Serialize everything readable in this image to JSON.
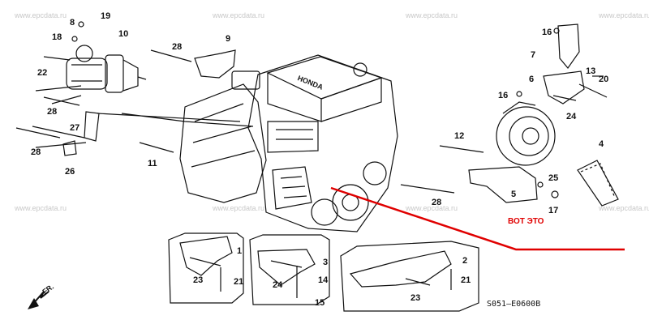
{
  "watermarks": [
    "www.epcdata.ru"
  ],
  "labels": {
    "p1": "1",
    "p2": "2",
    "p3": "3",
    "p4": "4",
    "p5": "5",
    "p6": "6",
    "p7": "7",
    "p8": "8",
    "p9": "9",
    "p10": "10",
    "p11": "11",
    "p12": "12",
    "p13": "13",
    "p14": "14",
    "p15": "15",
    "p16": "16",
    "p17": "17",
    "p18": "18",
    "p19": "19",
    "p20": "20",
    "p21": "21",
    "p22": "22",
    "p23": "23",
    "p24": "24",
    "p25": "25",
    "p26": "26",
    "p27": "27",
    "p28": "28"
  },
  "engine_brand": "HONDA",
  "annotation_text": "ВОТ ЭТО",
  "annotation_color": "#e00000",
  "diagram_code": "S051–E0600B",
  "direction_label": "FR."
}
